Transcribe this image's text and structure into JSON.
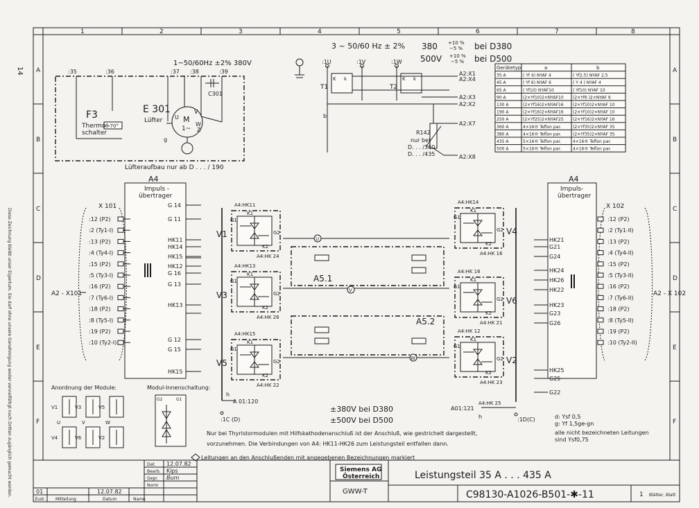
{
  "page_number": "14",
  "columns": [
    "1",
    "2",
    "3",
    "4",
    "5",
    "6",
    "7",
    "8"
  ],
  "rows": [
    "A",
    "B",
    "C",
    "D",
    "E",
    "F"
  ],
  "supply": {
    "main": "3 ~ 50/60 Hz  ± 2%",
    "v380": "380",
    "tol1": "+10 %\n−5 %",
    "d380": "bei  D380",
    "v500": "500V",
    "d500": "bei  D500"
  },
  "fan": {
    "spec": "1~50/60Hz ±2% 380V",
    "nodes": [
      ":35",
      ":36",
      ":37",
      ":38",
      ":39"
    ],
    "f3": "F3",
    "thermo": "Thermo-\nschalter",
    "temp": "ϑ 70°",
    "e301": "E 301",
    "luefter": "Lüfter",
    "c301": "C301",
    "motor": "M\n1~",
    "g": "g",
    "caption": "Lüfteraufbau  nur  ab  D . . . / 190"
  },
  "transformers": {
    "nodes": [
      ":1U",
      ":1V",
      ":1W"
    ],
    "t1": "T1",
    "t2": "T2",
    "outputs": [
      "A2:X1",
      "A2:X4",
      "A2:X3",
      "A2:X2",
      "A2:X7",
      "A2:X8"
    ],
    "r142": "R142\nnur bei\nD. . . /360\nD. . . /435",
    "b": "b"
  },
  "table": {
    "headers": [
      "Gerätetyp",
      "a",
      "b"
    ],
    "rows": [
      [
        "35 A",
        "(  Yf 4)  NYAF 4",
        "(  Yf2,5)  NYAF 2,5"
      ],
      [
        "45 A",
        "(  Yf 6)  NYAF 6",
        "(  Y 4 )  NYAF 4"
      ],
      [
        "65 A",
        "(  Yf10)  NYAF10",
        "(  Yf10)  NYAF 10"
      ],
      [
        "90 A",
        "(2×Yf10)2×NYAF10",
        "(2×Yf6 )2×NYAF 6"
      ],
      [
        "130 A",
        "(2×Yf16)2×NYAF16",
        "(2×Yf10)2×NYAF 10"
      ],
      [
        "190 A",
        "(2×Yf16)2×NYAF16",
        "(2×Yf10)2×NYAF 10"
      ],
      [
        "250 A",
        "(2×Yf25)2×NYAF25",
        "(2×Yf16)2×NYAF 16"
      ],
      [
        "360 A",
        "4×16® Teflon par.",
        "(2×Yf35)2×NYAF 35"
      ],
      [
        "380 A",
        "4×16® Teflon par.",
        "(2×Yf35)2×NYAF 35"
      ],
      [
        "435 A",
        "5×16® Teflon par.",
        "4×16® Teflon par."
      ],
      [
        "500 A",
        "5×16® Teflon par.",
        "4×16® Teflon par."
      ]
    ]
  },
  "a4_left": {
    "title": "A4",
    "sub": "Impuls -\nübertrager",
    "x101": "X 101",
    "a2x101": "A2 - X101",
    "terminals": [
      ":12  (P2)",
      ":2  (Ty1-I)",
      ":13  (P2)",
      ":4  (Ty4-I)",
      ":15  (P2)",
      ":5  (Ty3-I)",
      ":16  (P2)",
      ":7  (Ty6-I)",
      ":18  (P2)",
      ":8  (Ty5-I)",
      ":19  (P2)",
      ":10 (Ty2-I)"
    ],
    "gates": [
      "G 14",
      "G 11",
      "HK11",
      "HK14",
      "HK15",
      "HK12",
      "G 16",
      "G 13",
      "HK13",
      "G 12",
      "G 15",
      "HK15"
    ]
  },
  "a4_right": {
    "title": "A4",
    "sub": "Impuls-\nübertrager",
    "x102": "X 102",
    "a2x102": "A2 - X 102",
    "terminals": [
      ":12  (P2)",
      ":2  (Ty1-II)",
      ":13  (P2)",
      ":4  (Ty4-II)",
      ":15  (P2)",
      ":5  (Ty3-II)",
      ":16  (P2)",
      ":7  (Ty6-II)",
      ":18  (P2)",
      ":8  (Ty5-II)",
      ":19  (P2)",
      ":10 (Ty2-II)"
    ],
    "gates": [
      "HK21",
      "G21",
      "G24",
      "HK24",
      "HK26",
      "HK22",
      "HK23",
      "G23",
      "G26",
      "HK25",
      "G25",
      "G22"
    ]
  },
  "modules": {
    "v1": "V1",
    "v3": "V3",
    "v5": "V5",
    "v4": "V4",
    "v6": "V6",
    "v2": "V2",
    "a51": "A5.1",
    "a52": "A5.2",
    "k1": "K1",
    "k2": "K2",
    "g1": "G1",
    "g2": "G2",
    "hk": [
      "A4:HK11",
      "A4:HK13",
      "A4:HK 24",
      "A4:HK15",
      "A4:HK 26",
      "A4:HK 22",
      "A4:HK14",
      "A4:HK 16",
      "A4:HK 21",
      "A4:HK 12",
      "A4:HK 23",
      "A4:HK 25"
    ],
    "a01_120": "A 01:120",
    "a01_121": "A01:121",
    "c_d": ":1C (D)",
    "d_d": ":1D(C)",
    "h": "h"
  },
  "bottom_left": {
    "anordnung": "Anordnung  der  Module:",
    "innen": "Modul-Innenschaltung:",
    "mods": [
      "V1",
      "V3",
      "V5",
      "V4",
      "V6",
      "V2"
    ],
    "u": "U",
    "v": "V",
    "w": "W"
  },
  "notes": {
    "v380": "±380V bei D380",
    "v500": "±500V bei D500",
    "n1": "Nur bei Thyristormodulen mit Hilfskathodenanschluß ist der Anschluß, wie gestrichelt dargestellt,",
    "n2": "vorzunehmen. Die Verbindungen von A4: HK11-HK26 zum Leistungsteil entfallen dann.",
    "n3": "Leitungen an den Anschlußenden mit angegebenen Bezeichnungen markiert",
    "legend_d": "d:  Ysf 0,5",
    "legend_g": "g:  Yf 1,5ge-gn",
    "legend_rest": "alle nicht bezeichneten Leitungen\nsind  Ysf0,75"
  },
  "titleblock": {
    "dat_label": "Dat.",
    "dat": "12.07.82",
    "bearb_label": "Bearb.",
    "bearb": "Kips",
    "gepr_label": "Gepr.",
    "gepr": "Bum",
    "norm_label": "Norm",
    "zust_label": "Zust.",
    "mitteilung_label": "Mitteilung",
    "datum_label": "Datum",
    "name_label": "Name",
    "rev": "01",
    "rev_date": "12.07.82",
    "company": "Siemens AG\nÖsterreich",
    "dept": "GWW-T",
    "title": "Leistungsteil 35 A . . . 435 A",
    "drawing_no": "C98130-A1026-B501-✱-11",
    "sheet": "1",
    "sheets_label": "Blätter, Blatt"
  },
  "side_note": "Diese Zeichnung bleibt unser Eigentum. Sie darf ohne unsere Genehmigung weder vervielfältigt noch Dritten zugänglich gemacht werden."
}
